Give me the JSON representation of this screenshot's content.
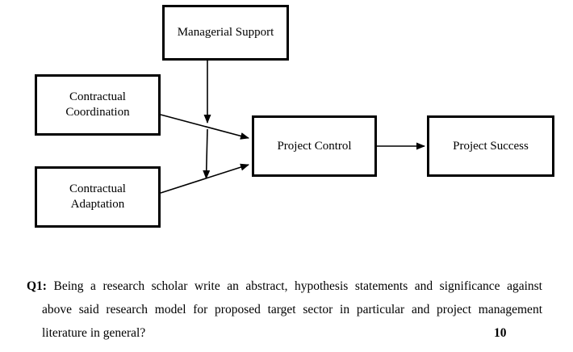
{
  "diagram": {
    "nodes": {
      "managerial_support": "Managerial Support",
      "contractual_coordination": "Contractual\nCoordination",
      "contractual_adaptation": "Contractual\nAdaptation",
      "project_control": "Project Control",
      "project_success": "Project Success"
    },
    "edges": [
      {
        "from": "contractual_coordination",
        "to": "project_control",
        "type": "direct-arrow"
      },
      {
        "from": "contractual_adaptation",
        "to": "project_control",
        "type": "direct-arrow"
      },
      {
        "from": "project_control",
        "to": "project_success",
        "type": "direct-arrow"
      },
      {
        "from": "managerial_support",
        "to": "path contractual_coordination to project_control",
        "type": "moderation-arrow"
      },
      {
        "from": "managerial_support",
        "to": "path contractual_adaptation to project_control",
        "type": "moderation-arrow"
      }
    ]
  },
  "question": {
    "label": "Q1:",
    "lines": [
      "Being a research scholar write an abstract, hypothesis statements and significance against",
      "above said research model for proposed target sector in particular and project management",
      "literature in general?"
    ],
    "marks": "10"
  },
  "colors": {
    "ink": "#000000",
    "background": "#ffffff"
  }
}
